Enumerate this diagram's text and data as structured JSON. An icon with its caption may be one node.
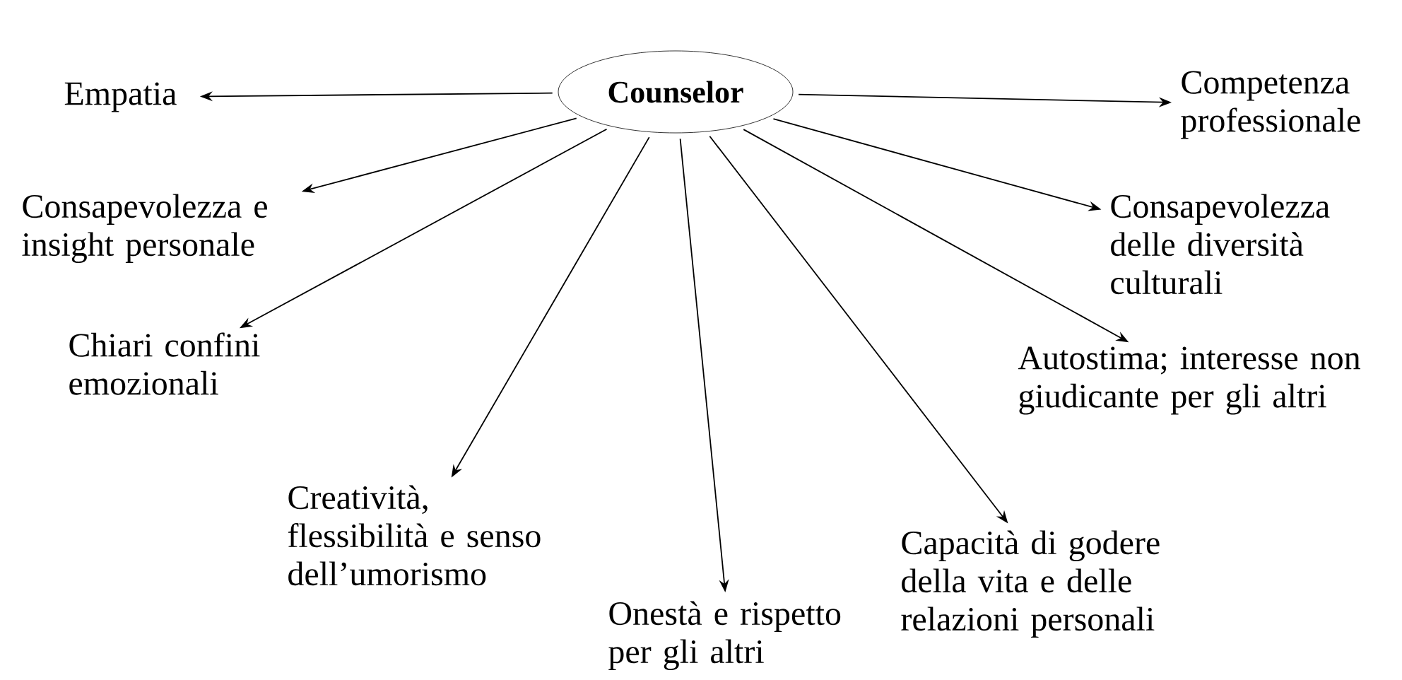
{
  "diagram": {
    "nodes": [
      {
        "text": [
          "Counselor"
        ]
      },
      {
        "text": [
          "Empatia"
        ]
      },
      {
        "text": [
          "Competenza professionale"
        ]
      },
      {
        "text": [
          "Consapevolezza e insight personale"
        ]
      },
      {
        "text": [
          "Consapevolezza delle diversità culturali"
        ]
      },
      {
        "text": [
          "Chiari confini emozionali"
        ]
      },
      {
        "text": [
          "Autostima; interesse non giudicante per gli altri"
        ]
      },
      {
        "text": [
          "Creatività, flessibilità e senso dell’umorismo"
        ]
      },
      {
        "text": [
          "Capacità di godere della vita e delle relazioni personali"
        ]
      },
      {
        "text": [
          "Onestà e rispetto per gli altri"
        ]
      }
    ],
    "edges": [
      {
        "from": 0,
        "to": 1,
        "arrow": "to"
      },
      {
        "from": 0,
        "to": 2,
        "arrow": "to"
      },
      {
        "from": 0,
        "to": 3,
        "arrow": "to"
      },
      {
        "from": 0,
        "to": 4,
        "arrow": "to"
      },
      {
        "from": 0,
        "to": 5,
        "arrow": "to"
      },
      {
        "from": 0,
        "to": 6,
        "arrow": "to"
      },
      {
        "from": 0,
        "to": 7,
        "arrow": "to"
      },
      {
        "from": 0,
        "to": 8,
        "arrow": "to"
      },
      {
        "from": 0,
        "to": 9,
        "arrow": "to"
      }
    ]
  }
}
